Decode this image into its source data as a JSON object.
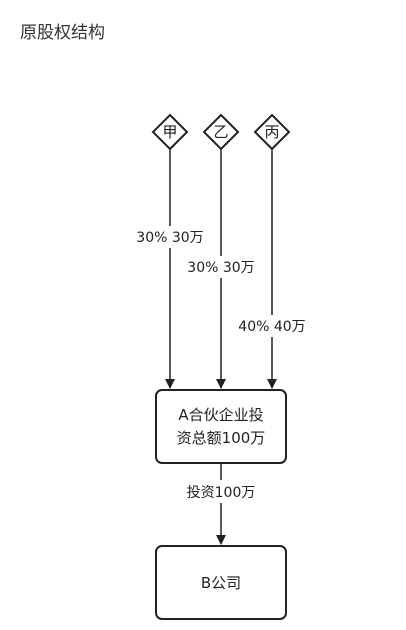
{
  "title": "原股权结构",
  "colors": {
    "stroke": "#222222",
    "background": "#ffffff",
    "text": "#222222"
  },
  "shareholders": [
    {
      "name": "甲",
      "share_label": "30% 30万",
      "percent": 30,
      "amount_wan": 30
    },
    {
      "name": "乙",
      "share_label": "30% 30万",
      "percent": 30,
      "amount_wan": 30
    },
    {
      "name": "丙",
      "share_label": "40% 40万",
      "percent": 40,
      "amount_wan": 40
    }
  ],
  "partnership": {
    "line1": "A合伙企业投",
    "line2": "资总额100万"
  },
  "investment_label": "投资100万",
  "company": {
    "name": "B公司"
  }
}
